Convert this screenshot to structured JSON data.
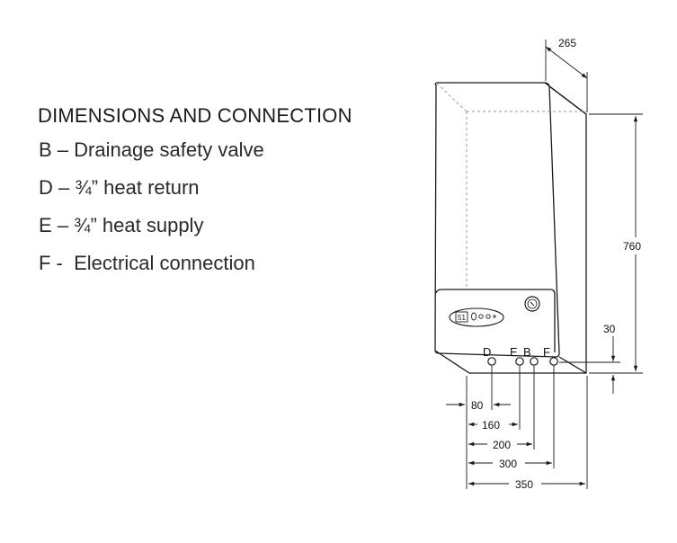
{
  "legend": {
    "title": "DIMENSIONS AND CONNECTION",
    "items": [
      "B – Drainage safety valve",
      "D – ¾” heat return",
      "E – ¾” heat supply",
      "F -  Electrical connection"
    ]
  },
  "connections": {
    "d": "D",
    "e": "E",
    "b": "B",
    "f": "F"
  },
  "dimensions": {
    "depth": "265",
    "height": "760",
    "bottom_offset": "30",
    "d_offset": "80",
    "e_offset": "160",
    "b_offset": "200",
    "f_offset": "300",
    "width": "350"
  },
  "control_panel": {
    "display": "51"
  },
  "colors": {
    "line": "#1a1a1a",
    "hidden_line": "#9a9a9a"
  }
}
